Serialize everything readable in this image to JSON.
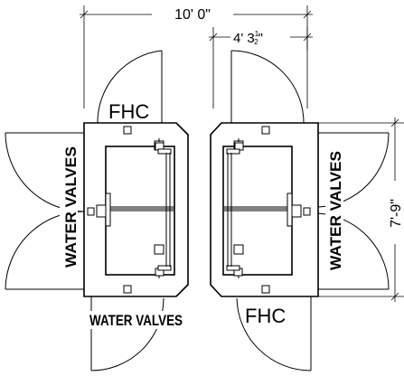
{
  "dimensions": {
    "overall_width": "10' 0\"",
    "cabinet_width": "4' 3",
    "cabinet_width_fraction_num": "1",
    "cabinet_width_fraction_den": "2",
    "cabinet_width_inch_mark": "\"",
    "height": "7'-9\""
  },
  "labels": {
    "fhc_left": "FHC",
    "fhc_right": "FHC",
    "water_valves_left": "WATER VALVES",
    "water_valves_right": "WATER VALVES",
    "water_valves_bottom": "WATER VALVES"
  },
  "colors": {
    "line": "#000000",
    "background": "#ffffff"
  }
}
